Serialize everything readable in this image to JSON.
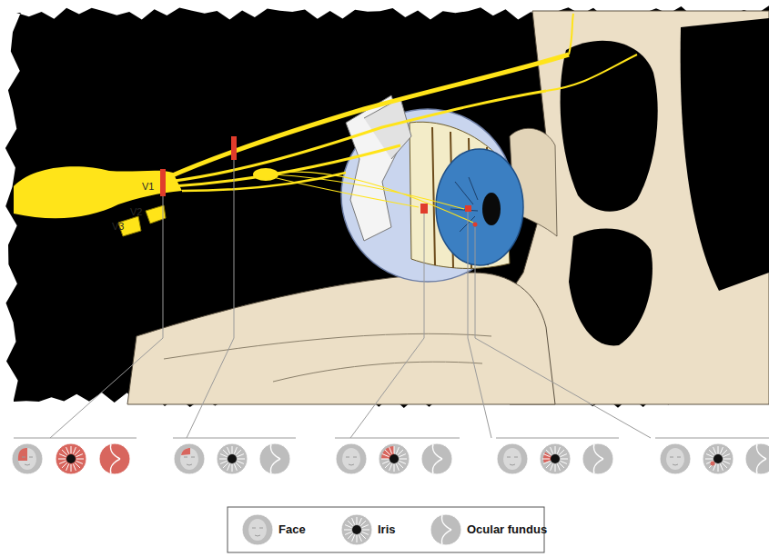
{
  "diagram": {
    "labels": [
      "V1",
      "V2",
      "V3"
    ],
    "legend": [
      {
        "text": "Face"
      },
      {
        "text": "Iris"
      },
      {
        "text": "Ocular fundus"
      }
    ]
  }
}
